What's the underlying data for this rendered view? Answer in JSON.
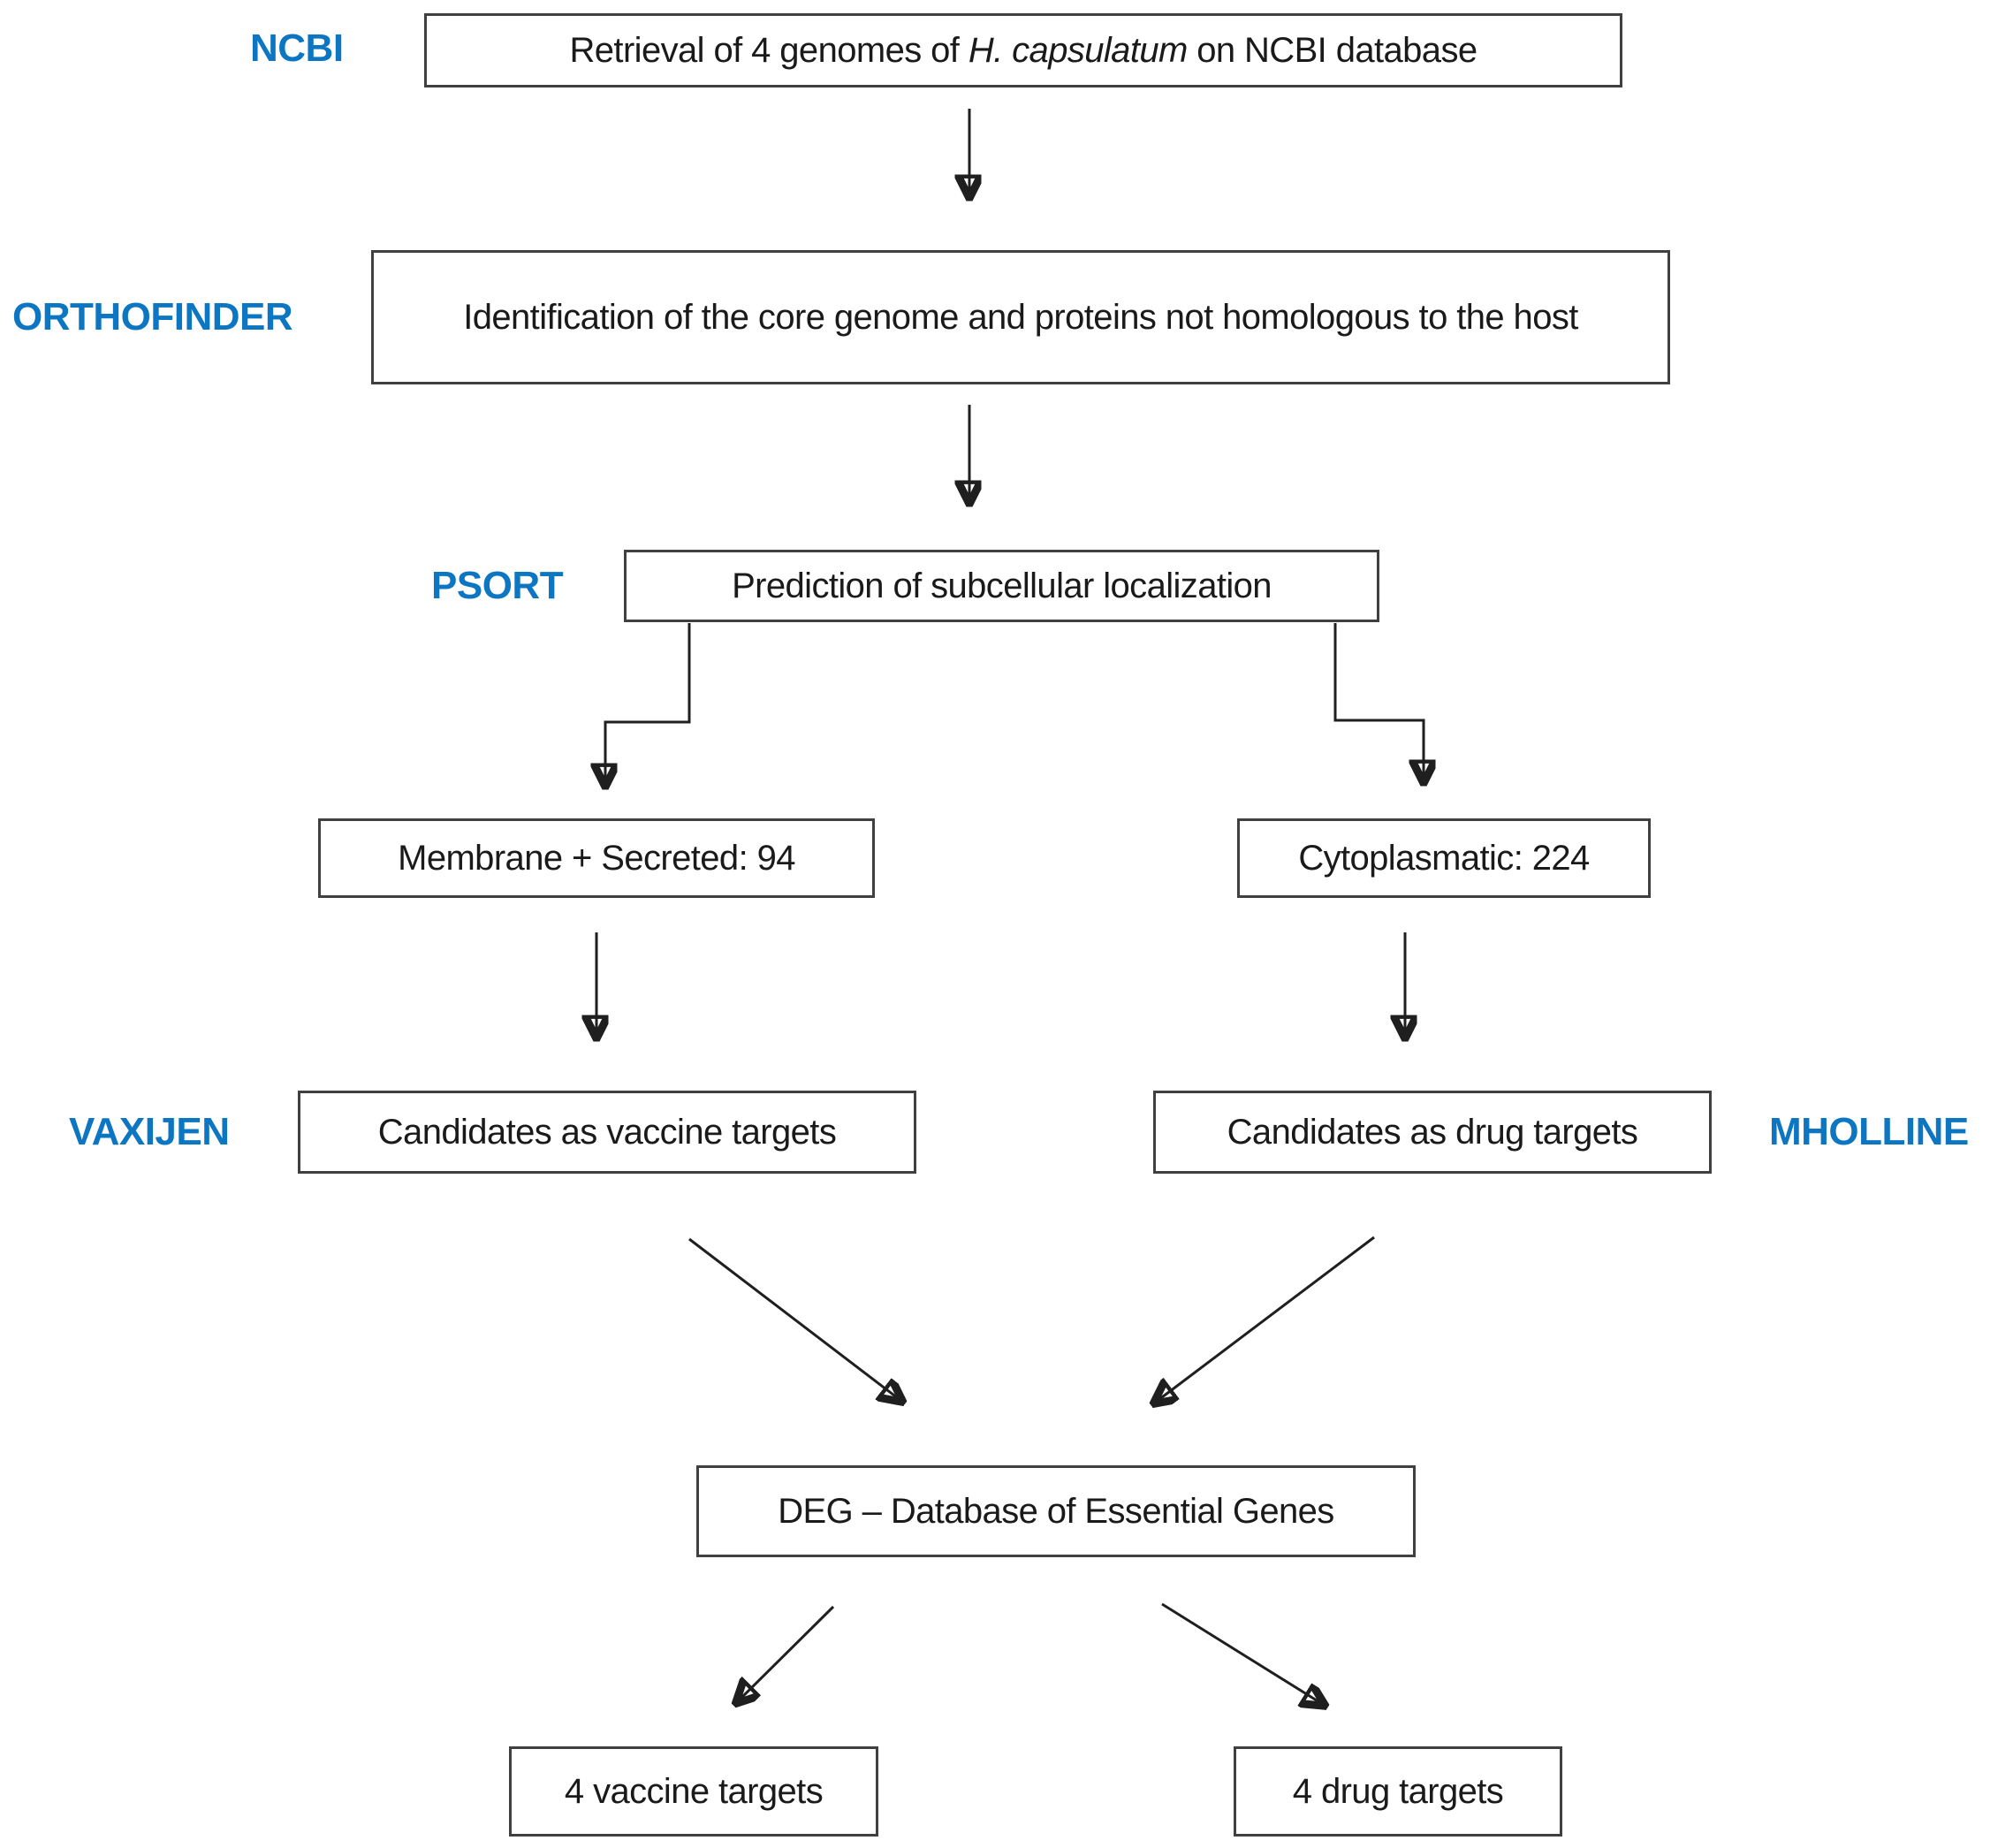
{
  "colors": {
    "accent_blue": "#0C76C2",
    "box_border": "#404040",
    "box_text": "#1a1a1a",
    "arrow": "#1f1f1f",
    "background": "#ffffff"
  },
  "nodes": {
    "retrieval": {
      "tool": "NCBI",
      "text_prefix": "Retrieval of 4 genomes of ",
      "text_italic": "H. capsulatum",
      "text_suffix": " on NCBI database"
    },
    "core_genome": {
      "tool": "ORTHOFINDER",
      "text": "Identification of the core genome and proteins not homologous to the host"
    },
    "localization": {
      "tool": "PSORT",
      "text": "Prediction of subcellular localization"
    },
    "membrane": {
      "text": "Membrane + Secreted: 94"
    },
    "cytoplasmatic": {
      "text": "Cytoplasmatic: 224"
    },
    "vaccine_candidates": {
      "tool": "VAXIJEN",
      "text": "Candidates as vaccine targets"
    },
    "drug_candidates": {
      "tool": "MHOLLINE",
      "text": "Candidates as drug targets"
    },
    "deg": {
      "text": "DEG – Database of Essential Genes"
    },
    "vaccine_targets": {
      "text": "4 vaccine targets"
    },
    "drug_targets": {
      "text": "4 drug targets"
    }
  }
}
